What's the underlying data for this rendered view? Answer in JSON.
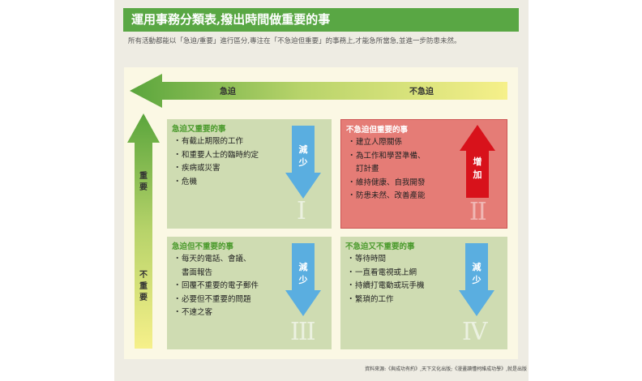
{
  "title": "運用事務分類表,撥出時間做重要的事",
  "subtitle": "所有活動都能以「急迫/重要」進行區分,專注在「不急迫但重要」的事務上,才能急所當急,並進一步防患未然。",
  "axis": {
    "urgent": "急迫",
    "not_urgent": "不急迫",
    "important": "重要",
    "not_important": "不重要"
  },
  "quadrants": {
    "q1": {
      "title": "急迫又重要的事",
      "items": [
        "有截止期限的工作",
        "和重要人士的臨時約定",
        "疾病或災害",
        "危機"
      ],
      "arrow": "減少",
      "roman": "I"
    },
    "q2": {
      "title": "不急迫但重要的事",
      "items": [
        "建立人際關係",
        "為工作和學習準備、",
        "訂計畫",
        "維持健康、自我開發",
        "防患未然、改善產能"
      ],
      "arrow": "增加",
      "roman": "II"
    },
    "q3": {
      "title": "急迫但不重要的事",
      "items": [
        "每天的電話、會議、",
        "書面報告",
        "回覆不重要的電子郵件",
        "必要但不重要的問題",
        "不速之客"
      ],
      "arrow": "減少",
      "roman": "III"
    },
    "q4": {
      "title": "不急迫又不重要的事",
      "items": [
        "等待時間",
        "一直看電視或上網",
        "持續打電動或玩手機",
        "繁瑣的工作"
      ],
      "arrow": "減少",
      "roman": "IV"
    }
  },
  "source": "資料來源:《與成功有約》,天下文化出版;《漫畫讀懂柯維成功學》,就是出版",
  "colors": {
    "green": "#59a744",
    "light_green": "#cfdcb2",
    "red_quadrant": "#e57c76",
    "blue_arrow": "#5aaee0",
    "red_arrow": "#d8121b"
  }
}
